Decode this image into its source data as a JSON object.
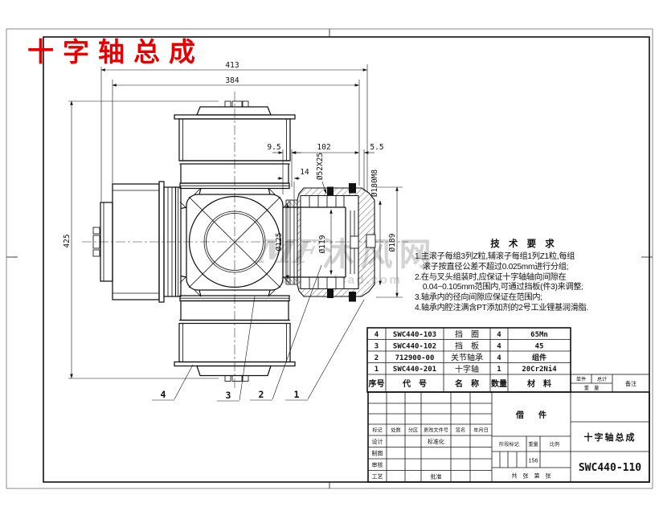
{
  "header": {
    "red_title": "十字轴总成"
  },
  "watermark": {
    "logo": "MF",
    "name": "沐风网",
    "url": "www.mfcad.com"
  },
  "tech": {
    "title": "技 术 要 求",
    "l1": "1.主滚子每组3列Z粒,辅滚子每组1列Z1粒,每组",
    "l2": "　滚子按直径公差不超过0.025mm进行分组;",
    "l3": "2.在与叉头组装时,应保证十字轴轴向间隙在",
    "l4": "　0.04~0.105mm范围内,可通过挡板(件3)来调整;",
    "l5": "3.轴承内的径向间隙应保证在范围内;",
    "l6": "4.轴承内腔注满含PT添加剂的2号工业锂基润滑脂."
  },
  "dims": {
    "w413": "413",
    "w384": "384",
    "h425": "425",
    "n95": "9.5",
    "n102": "102",
    "n55": "5.5",
    "n14": "14",
    "d52": "Ø52X25",
    "d180": "Ø180M8",
    "d125": "Ø125",
    "d119": "Ø119",
    "d189": "Ø189"
  },
  "balloons": {
    "n1": "1",
    "n2": "2",
    "n3": "3",
    "n4": "4"
  },
  "bom": {
    "h": {
      "seq": "序号",
      "code": "代　号",
      "name": "名　称",
      "qty": "数量",
      "mat": "材　料"
    },
    "r4": {
      "seq": "4",
      "code": "SWC440-103",
      "name": "挡　圈",
      "qty": "4",
      "mat": "65Mn"
    },
    "r3": {
      "seq": "3",
      "code": "SWC440-102",
      "name": "挡　板",
      "qty": "4",
      "mat": "45"
    },
    "r2": {
      "seq": "2",
      "code": "712900-00",
      "name": "关节轴承",
      "qty": "4",
      "mat": "组件"
    },
    "r1": {
      "seq": "1",
      "code": "SWC440-201",
      "name": "十字轴",
      "qty": "1",
      "mat": "20Cr2Ni4"
    },
    "wb": {
      "unit": "单件",
      "total": "总计",
      "weight": "重　量",
      "remark": "备注"
    }
  },
  "tb": {
    "mark": "标记",
    "count": "处数",
    "zone": "分区",
    "file": "更改文件号",
    "sign": "签名",
    "date": "年月日",
    "design": "设计",
    "draw": "制图",
    "check": "审核",
    "process": "工艺",
    "std": "标准化",
    "approve": "批准",
    "spare": "借　件",
    "stage": "阶段标记",
    "weight": "重量",
    "scale": "比例",
    "weight_val": "156",
    "sheets": "共　张　第　张",
    "title": "十字轴总成",
    "no": "SWC440-110"
  }
}
